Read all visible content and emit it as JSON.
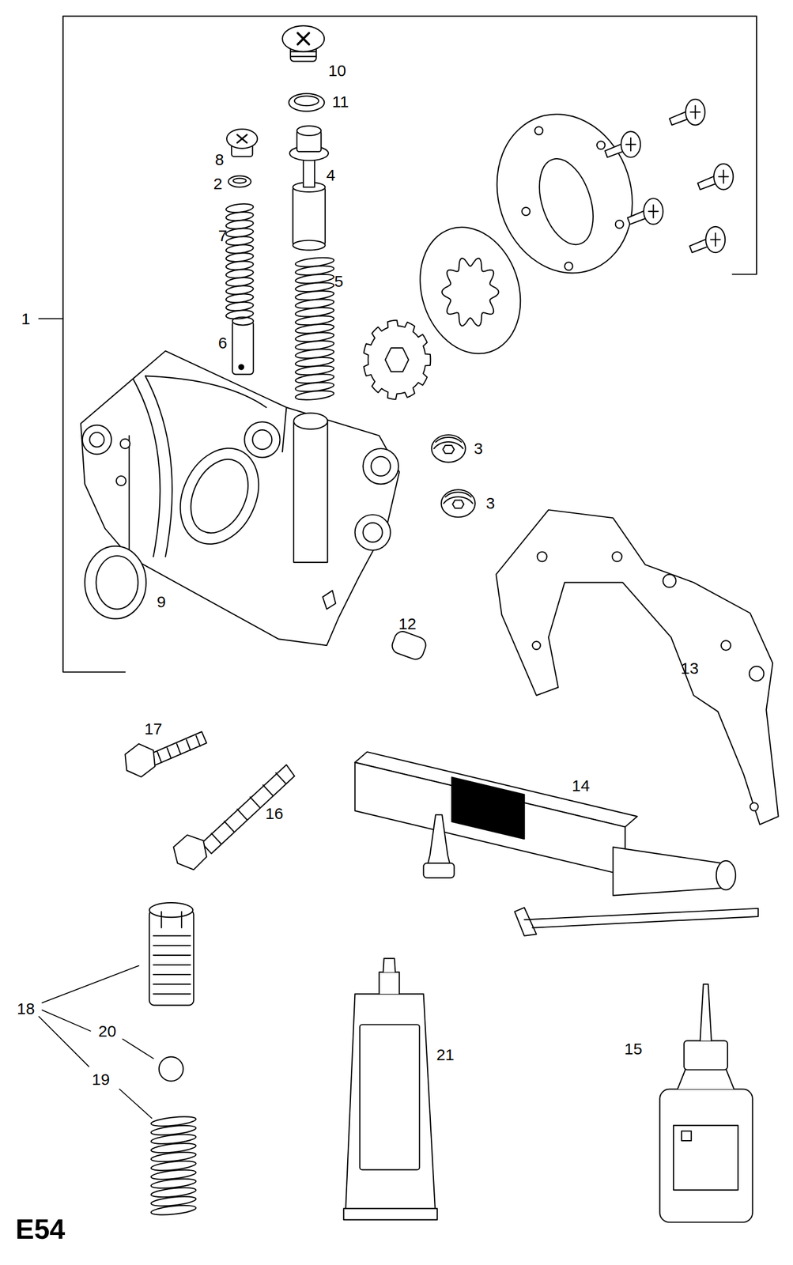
{
  "diagram": {
    "labels": [
      "10",
      "11",
      "8",
      "2",
      "4",
      "7",
      "5",
      "6",
      "3",
      "3",
      "1",
      "9",
      "12",
      "13",
      "17",
      "14",
      "16",
      "18",
      "20",
      "19",
      "21",
      "15",
      "E54"
    ]
  }
}
